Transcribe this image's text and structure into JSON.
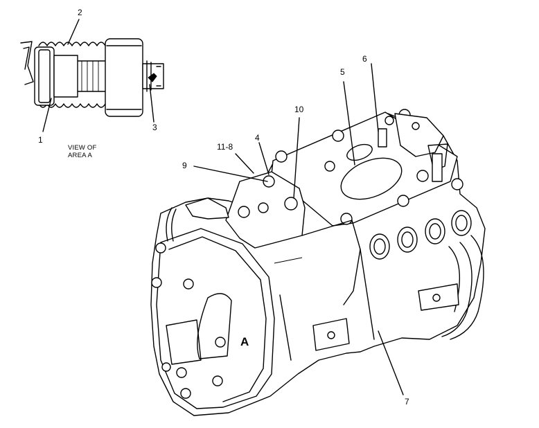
{
  "callouts": {
    "c1": "1",
    "c2": "2",
    "c3": "3",
    "c4": "4",
    "c5": "5",
    "c6": "6",
    "c7": "7",
    "c9": "9",
    "c10": "10",
    "c11_8": "11-8"
  },
  "view_caption": {
    "line1": "VIEW OF",
    "line2": "AREA A"
  },
  "area_label": "A"
}
